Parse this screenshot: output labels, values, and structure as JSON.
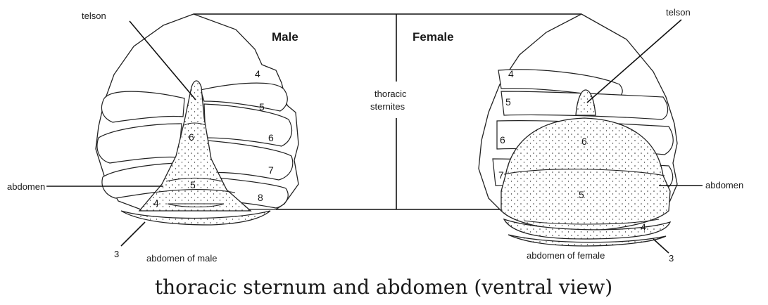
{
  "headings": {
    "male": "Male",
    "female": "Female",
    "thoracic_sternites": [
      "thoracic",
      "sternites"
    ]
  },
  "male": {
    "telson": "telson",
    "abdomen": "abdomen",
    "caption": "abdomen of male",
    "segment_3": "3",
    "sternite_numbers": [
      "4",
      "5",
      "6",
      "7",
      "8"
    ],
    "abdomen_numbers": [
      "6",
      "5",
      "4"
    ]
  },
  "female": {
    "telson": "telson",
    "abdomen": "abdomen",
    "caption": "abdomen of female",
    "segment_3": "3",
    "sternite_numbers": [
      "4",
      "5",
      "6",
      "7"
    ],
    "abdomen_numbers": [
      "6",
      "5",
      "4"
    ]
  },
  "figure_caption": "thoracic sternum and abdomen (ventral view)"
}
